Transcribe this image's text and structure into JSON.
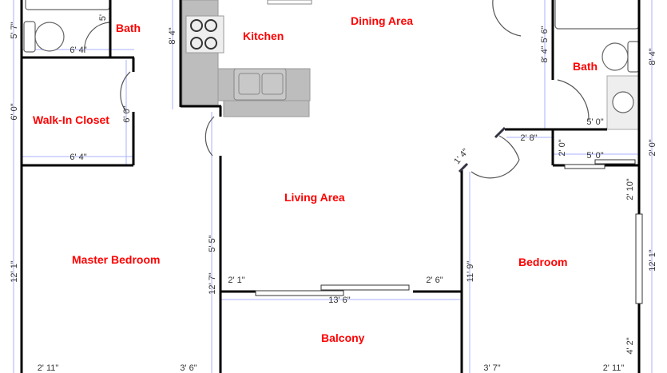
{
  "rooms": {
    "bath_left": "Bath",
    "walk_in_closet": "Walk-In Closet",
    "kitchen": "Kitchen",
    "dining_area": "Dining Area",
    "bath_right": "Bath",
    "living_area": "Living Area",
    "master_bedroom": "Master Bedroom",
    "bedroom": "Bedroom",
    "balcony": "Balcony"
  },
  "dimensions": {
    "left_bath_height": "5' 7\"",
    "left_bath_door": "5'",
    "left_bath_width": "6' 4\"",
    "closet_height": "6' 0\"",
    "closet_door": "6' 0\"",
    "closet_width": "6' 4\"",
    "kitchen_height": "8' 4\"",
    "master_height": "12' 1\"",
    "living_left_a": "12' 7\"",
    "living_left_b": "5' 5\"",
    "balcony_left": "2' 1\"",
    "balcony_right": "2' 6\"",
    "balcony_width": "13' 6\"",
    "master_bottom_left": "2' 11\"",
    "master_bottom_right": "3' 6\"",
    "bedroom_left_height": "11' 9\"",
    "bedroom_door": "1' 4\"",
    "hall_width": "2' 8\"",
    "right_bath_a": "8' 4\"",
    "right_bath_b": "5' 6\"",
    "right_bath_outer": "8' 4\"",
    "right_bath_width": "5' 0\"",
    "closet_r_height": "2' 0\"",
    "closet_r_width": "5' 0\"",
    "closet_r_outer": "2' 0\"",
    "bedroom_right_a": "2' 10\"",
    "bedroom_right_height": "12' 1\"",
    "bedroom_right_b": "4' 2\"",
    "bedroom_bottom_left": "3' 7\"",
    "bedroom_bottom_right": "2' 11\""
  },
  "colors": {
    "room_label": "#ff0000",
    "wall": "#000000",
    "dimension_line": "#aab0ff",
    "counter": "#bdbdbd"
  }
}
